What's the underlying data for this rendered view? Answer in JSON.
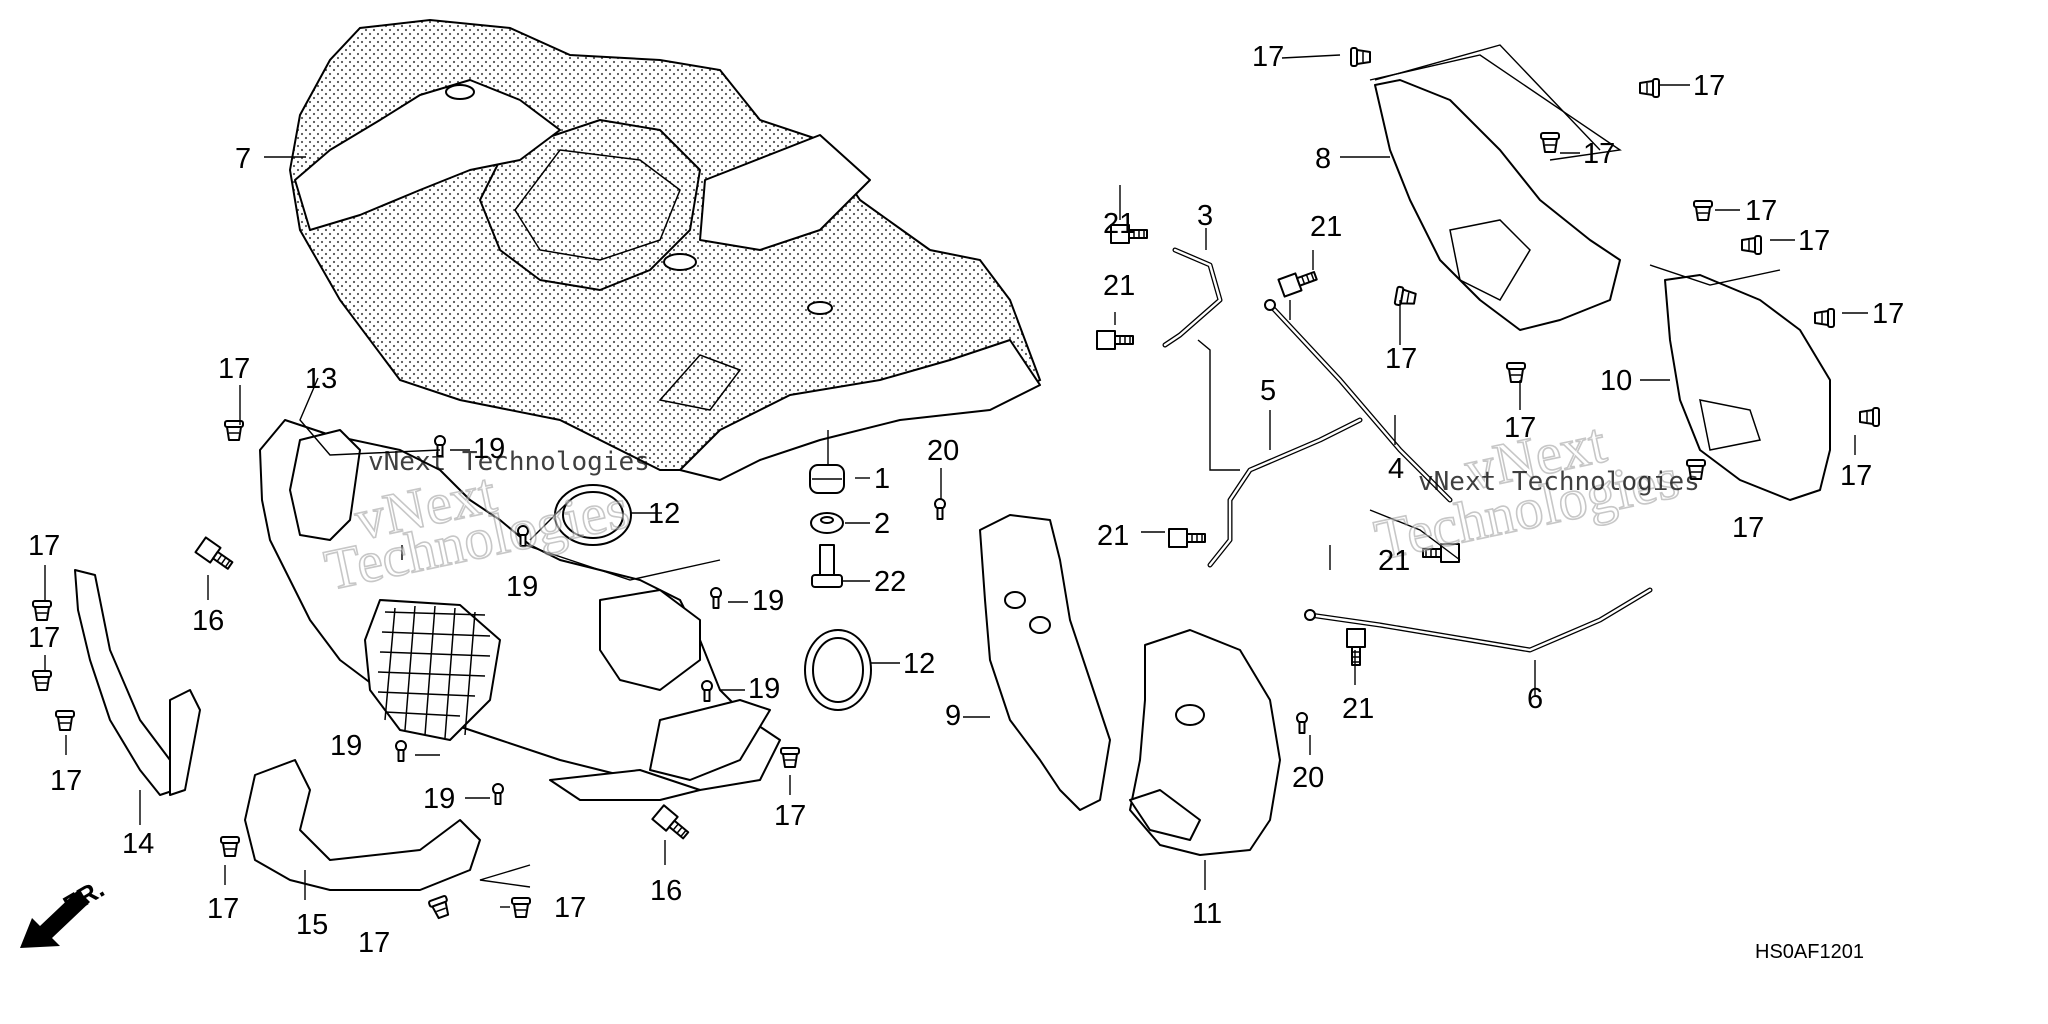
{
  "diagram_code": "HS0AF1201",
  "front_label": "FR.",
  "watermark": {
    "line1": "vNext",
    "line2": "Technologies",
    "inline": "vNext Technologies"
  },
  "callouts": {
    "c1": "1",
    "c2": "2",
    "c3": "3",
    "c4": "4",
    "c5": "5",
    "c6": "6",
    "c7": "7",
    "c8": "8",
    "c9": "9",
    "c10": "10",
    "c11": "11",
    "c12a": "12",
    "c12b": "12",
    "c13": "13",
    "c14": "14",
    "c15": "15",
    "c16a": "16",
    "c16b": "16",
    "c17": "17",
    "c19": "19",
    "c20": "20",
    "c21": "21",
    "c22": "22"
  }
}
